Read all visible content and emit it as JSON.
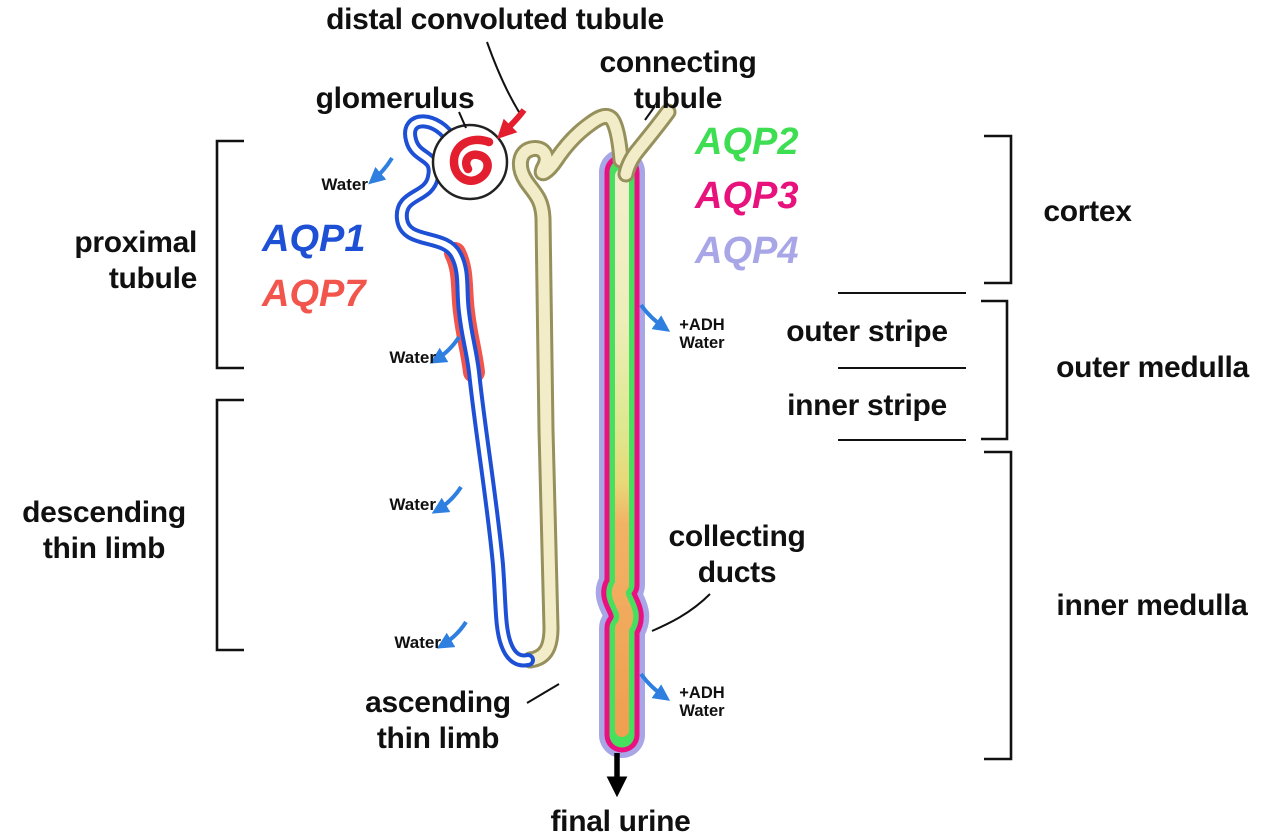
{
  "labels": {
    "distal_convoluted_tubule": "distal convoluted tubule",
    "connecting_tubule": "connecting tubule",
    "glomerulus": "glomerulus",
    "proximal_tubule": "proximal tubule",
    "descending_thin_limb": "descending thin limb",
    "ascending_thin_limb": "ascending thin limb",
    "collecting_ducts": "collecting ducts",
    "final_urine": "final urine",
    "cortex": "cortex",
    "outer_stripe": "outer stripe",
    "inner_stripe": "inner stripe",
    "outer_medulla": "outer medulla",
    "inner_medulla": "inner medulla",
    "water": "Water",
    "adh_water": "+ADH Water"
  },
  "aquaporins": {
    "aqp1": {
      "label": "AQP1",
      "color": "#1e50d6"
    },
    "aqp7": {
      "label": "AQP7",
      "color": "#f2554c"
    },
    "aqp2": {
      "label": "AQP2",
      "color": "#3ede52"
    },
    "aqp3": {
      "label": "AQP3",
      "color": "#e8127d"
    },
    "aqp4": {
      "label": "AQP4",
      "color": "#a9a6e8"
    }
  },
  "colors": {
    "tubule_lumen_beige": "#f2edc8",
    "tubule_outline_olive": "#96905c",
    "proximal_tubule_blue": "#1e50d6",
    "aqp7_red_lining": "#f2554c",
    "collecting_duct_aqp4": "#a9a6e8",
    "collecting_duct_aqp3": "#ea1080",
    "collecting_duct_aqp2": "#46e05e",
    "inner_medulla_lumen_orange": "#ef9f4f",
    "water_arrow_blue": "#2f7fe0",
    "glomerulus_red": "#e31f2f",
    "line_black": "#111111"
  }
}
